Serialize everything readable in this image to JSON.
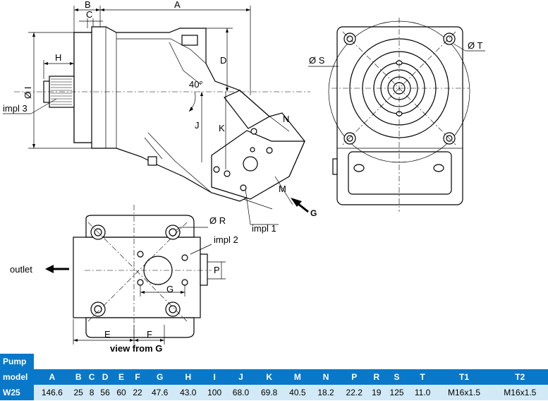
{
  "dimension_letters": {
    "A": "A",
    "B": "B",
    "C": "C",
    "D": "D",
    "E": "E",
    "F": "F",
    "G": "G",
    "H": "H",
    "J": "J",
    "K": "K",
    "M": "M",
    "N": "N",
    "P": "P"
  },
  "labels": {
    "phi_I": "Ø I",
    "phi_S": "Ø S",
    "phi_T": "Ø T",
    "phi_R": "Ø R",
    "angle": "40°",
    "impl1": "impl 1",
    "impl2": "impl 2",
    "impl3": "impl 3",
    "G_arrow": "G",
    "outlet": "outlet",
    "view_from_g": "view from G"
  },
  "table": {
    "header_top": "Pump",
    "header_model": "model",
    "columns": [
      "A",
      "B",
      "C",
      "D",
      "E",
      "F",
      "G",
      "H",
      "I",
      "J",
      "K",
      "M",
      "N",
      "P",
      "R",
      "S",
      "T",
      "T1",
      "T2"
    ],
    "rows": [
      {
        "model": "W25",
        "values": [
          "146.6",
          "25",
          "8",
          "56",
          "60",
          "22",
          "47.6",
          "43.0",
          "100",
          "68.0",
          "69.8",
          "40.5",
          "18.2",
          "22.2",
          "19",
          "125",
          "11.0",
          "M16x1.5",
          "M16x1.5"
        ]
      }
    ]
  }
}
